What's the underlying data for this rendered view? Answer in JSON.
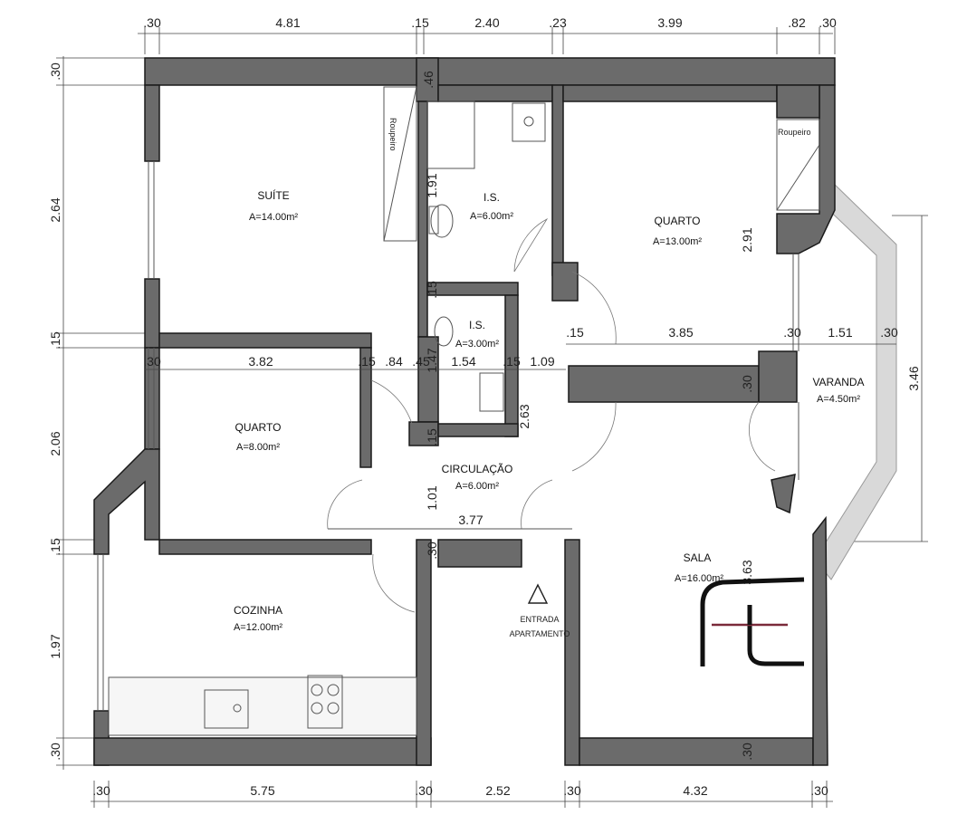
{
  "rooms": {
    "suite": {
      "name": "SUÍTE",
      "area": "A=14.00m²",
      "wardrobe": "Roupeiro"
    },
    "is1": {
      "name": "I.S.",
      "area": "A=6.00m²"
    },
    "is2": {
      "name": "I.S.",
      "area": "A=3.00m²"
    },
    "quarto1": {
      "name": "QUARTO",
      "area": "A=13.00m²",
      "wardrobe": "Roupeiro"
    },
    "quarto2": {
      "name": "QUARTO",
      "area": "A=8.00m²"
    },
    "circulacao": {
      "name": "CIRCULAÇÃO",
      "area": "A=6.00m²"
    },
    "varanda": {
      "name": "VARANDA",
      "area": "A=4.50m²"
    },
    "cozinha": {
      "name": "COZINHA",
      "area": "A=12.00m²"
    },
    "sala": {
      "name": "SALA",
      "area": "A=16.00m²"
    }
  },
  "entrance": {
    "line1": "ENTRADA",
    "line2": "APARTAMENTO"
  },
  "dims_top": [
    ".30",
    "4.81",
    ".15",
    "2.40",
    ".23",
    "3.99",
    ".82",
    ".30"
  ],
  "dims_bottom": [
    ".30",
    "5.75",
    ".30",
    "2.52",
    ".30",
    "4.32",
    ".30"
  ],
  "dims_left": [
    ".30",
    "2.64",
    ".15",
    "2.06",
    ".15",
    "1.97",
    ".30"
  ],
  "dims_mid": [
    ".30",
    "3.82",
    ".15",
    ".84",
    ".45",
    "1.54",
    ".15",
    "1.09",
    ".15",
    "3.85",
    ".30",
    "1.51",
    ".30"
  ],
  "dims_inner": {
    "d46": ".46",
    "d191": "1.91",
    "d15a": ".15",
    "d147": "1.47",
    "d15b": ".15",
    "d263": "2.63",
    "d101": "1.01",
    "d377": "3.77",
    "d30a": ".30",
    "d291": "2.91",
    "d346": "3.46",
    "d30b": ".30",
    "d363": "3.63",
    "d30c": ".30"
  },
  "colors": {
    "wall": "#6b6b6b",
    "logo_bar": "#7a2a3a",
    "balcony": "#d9d9d9"
  }
}
